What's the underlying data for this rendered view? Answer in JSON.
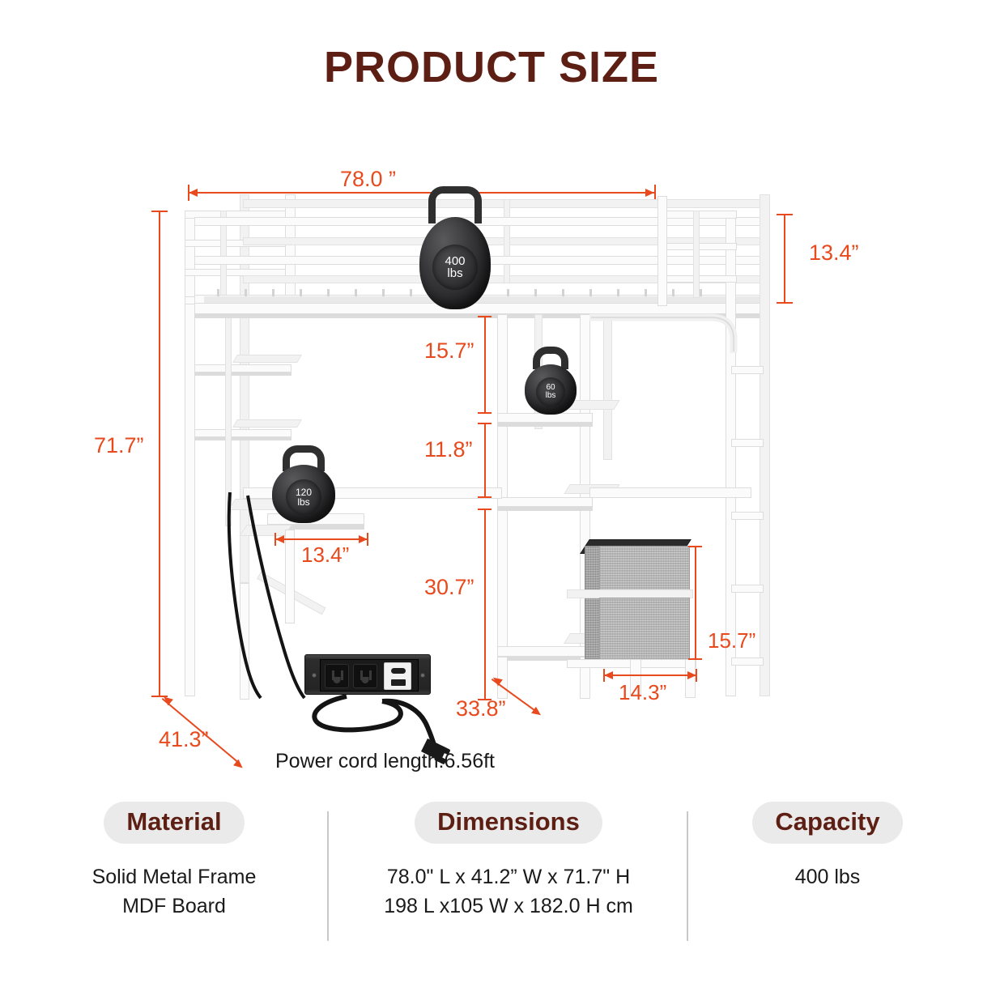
{
  "title": "PRODUCT SIZE",
  "colors": {
    "title": "#5d1f14",
    "dimension": "#e8491d",
    "frame": "#fbfbfb",
    "bin": "#b4b4b4",
    "pill_bg": "#eaeaea",
    "body_text": "#1a1a1a"
  },
  "dimensions": {
    "overall_width": "78.0 ”",
    "guardrail_height": "13.4”",
    "overall_height": "71.7”",
    "top_shelf_gap": "15.7”",
    "mid_shelf_gap": "11.8”",
    "desk_depth": "13.4”",
    "desk_height": "30.7”",
    "base_depth": "33.8”",
    "bin_width": "14.3”",
    "bin_height": "15.7”",
    "overall_depth": "41.3”"
  },
  "weights": {
    "bed": {
      "value": "400",
      "unit": "lbs"
    },
    "shelf": {
      "value": "60",
      "unit": "lbs"
    },
    "desk": {
      "value": "120",
      "unit": "lbs"
    }
  },
  "power": {
    "cord_label": "Power cord length:6.56ft",
    "outlets": 2,
    "usb_ports": [
      "usb-c",
      "usb-a"
    ]
  },
  "info_panel": {
    "columns": [
      {
        "label": "Material",
        "lines": [
          "Solid Metal Frame",
          "MDF Board"
        ]
      },
      {
        "label": "Dimensions",
        "lines": [
          "78.0\" L x 41.2” W x 71.7\" H",
          "198 L x105 W x 182.0 H cm"
        ]
      },
      {
        "label": "Capacity",
        "lines": [
          "400 lbs"
        ]
      }
    ]
  }
}
